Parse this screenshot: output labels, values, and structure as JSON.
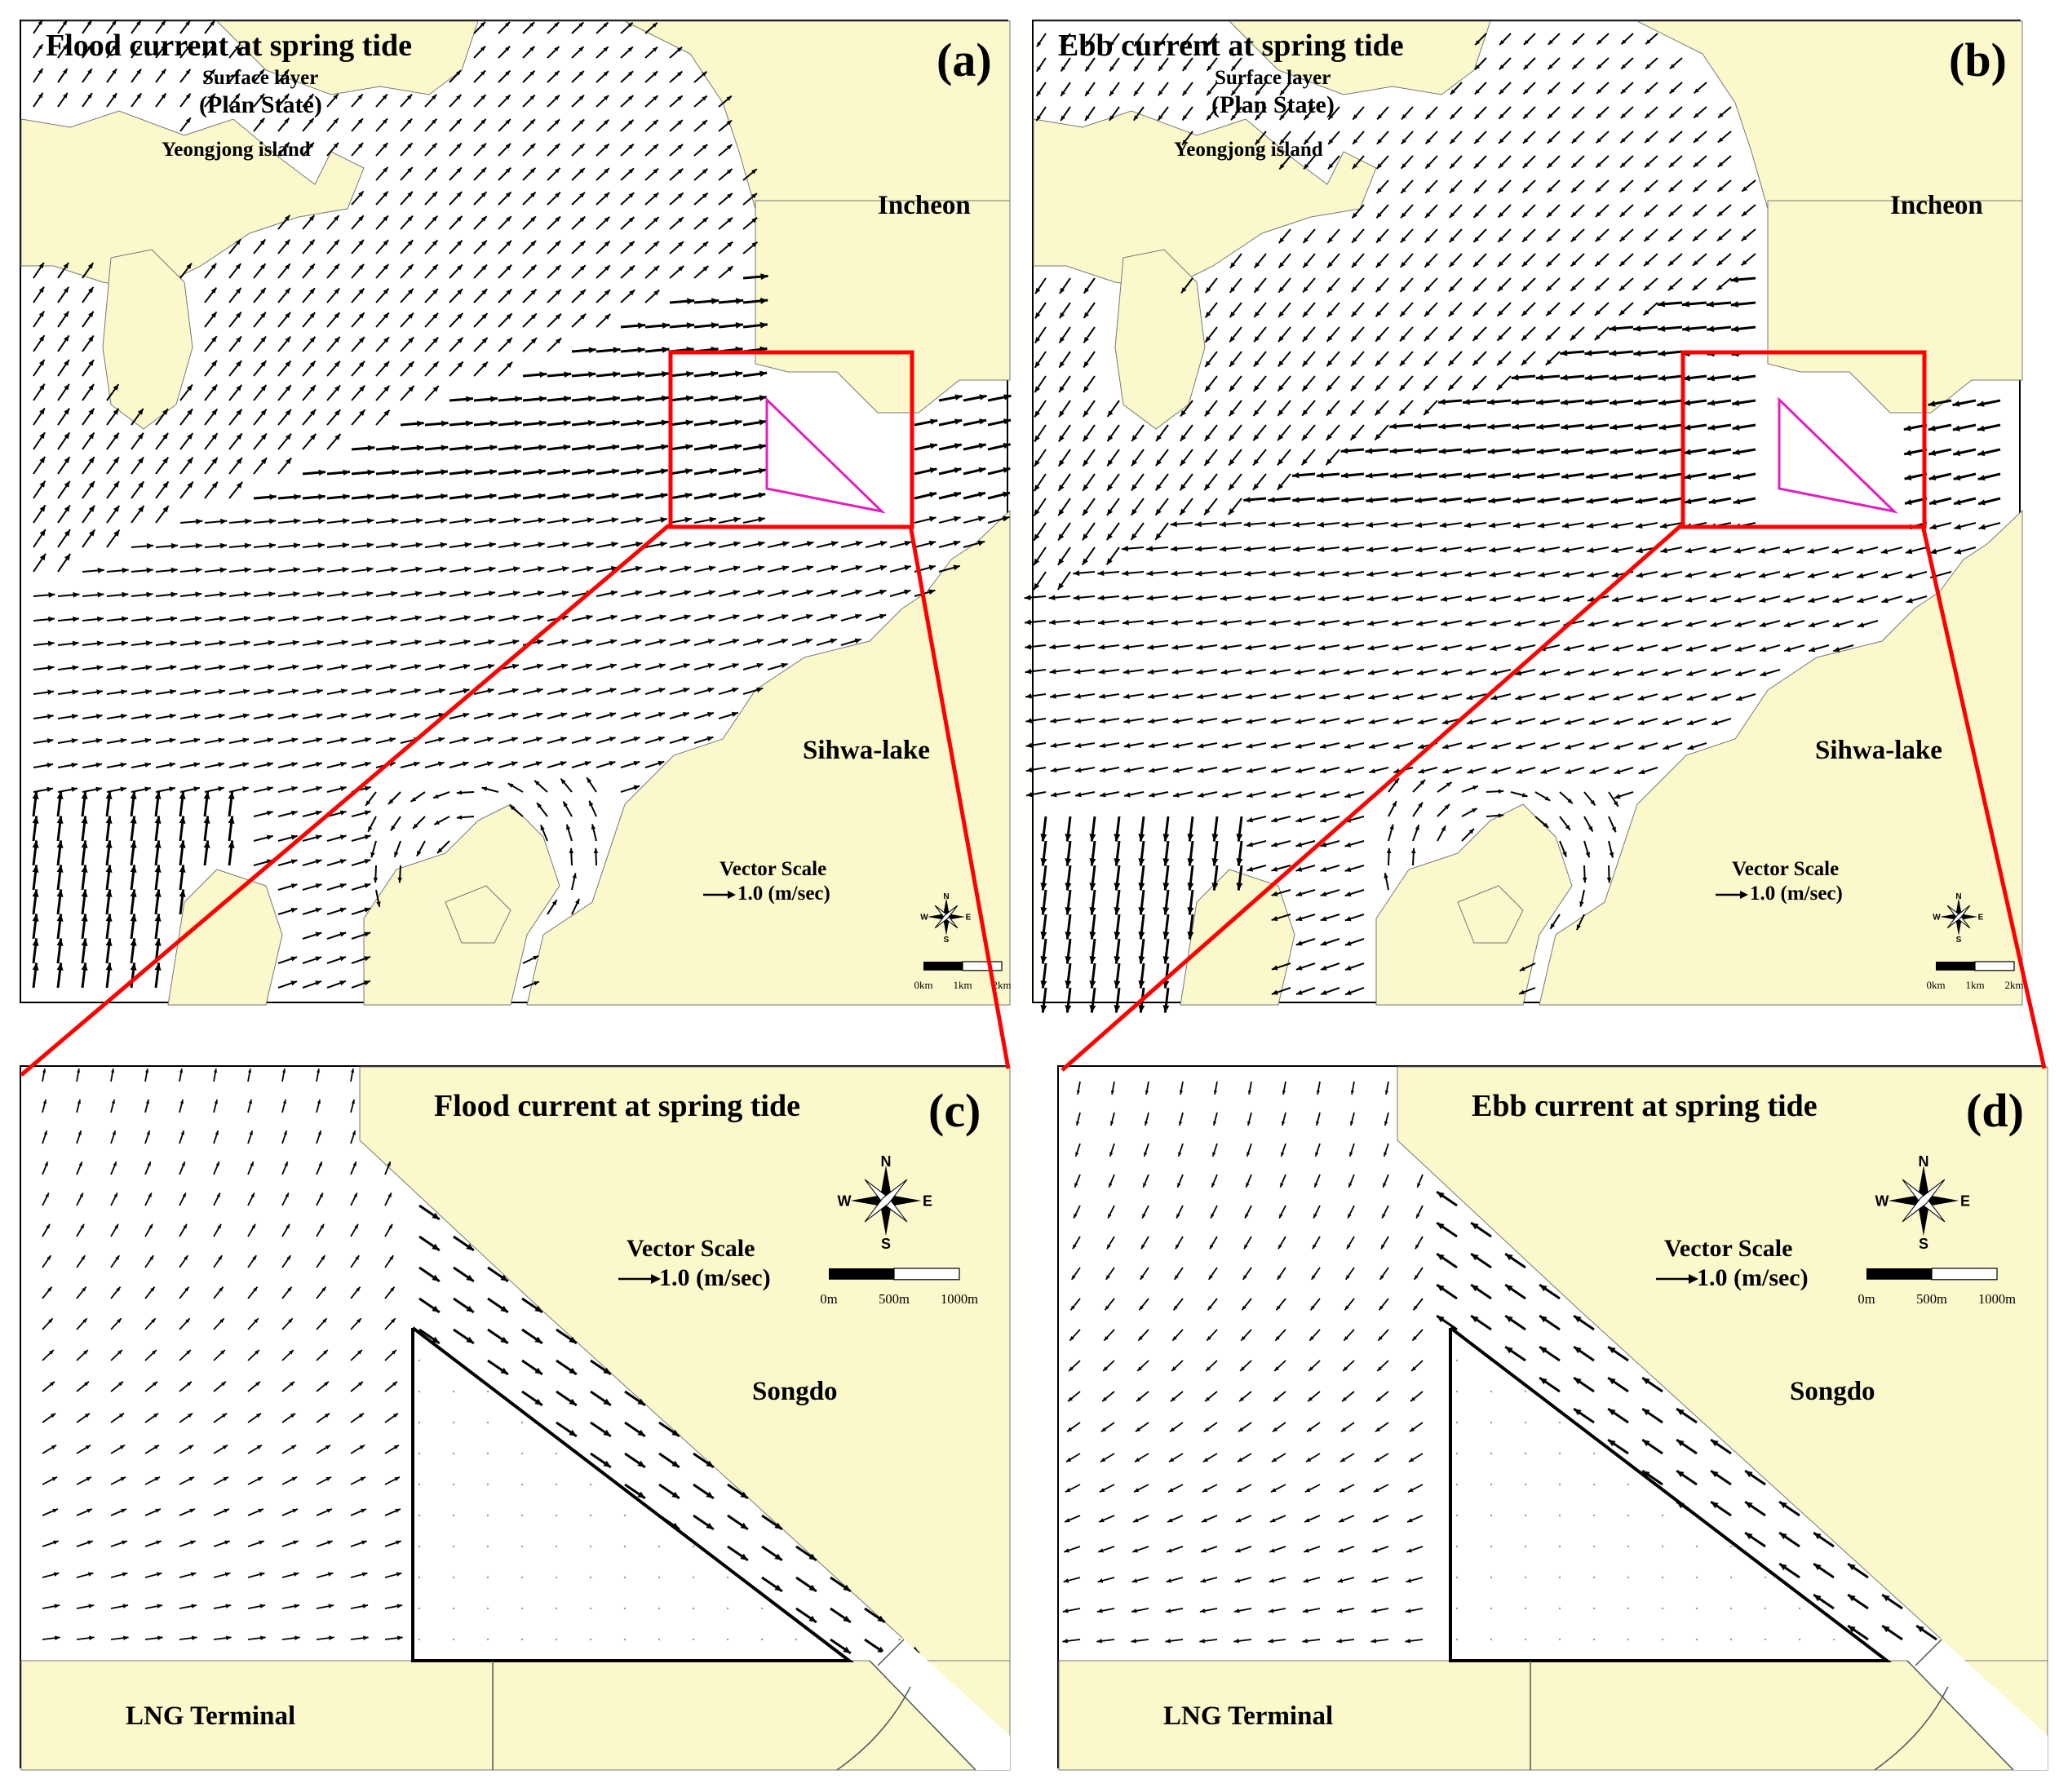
{
  "colors": {
    "land": "#fbf8cc",
    "water": "#ffffff",
    "vector": "#000000",
    "zoom_box": "#ff0000",
    "structure": "#e020c0"
  },
  "panel_a": {
    "letter": "(a)",
    "title": "Flood current at spring tide",
    "sub1": "Surface layer",
    "sub2": "(Plan State)",
    "place_yeongjong": "Yeongjong island",
    "place_incheon": "Incheon",
    "place_sihwa": "Sihwa-lake",
    "scale_title": "Vector Scale",
    "scale_value": "1.0 (m/sec)",
    "compass": {
      "n": "N",
      "s": "S",
      "e": "E",
      "w": "W"
    },
    "bar": {
      "t0": "0km",
      "t1": "1km",
      "t2": "2km"
    },
    "icon": "compass-rose-icon"
  },
  "panel_b": {
    "letter": "(b)",
    "title": "Ebb current at spring tide",
    "sub1": "Surface layer",
    "sub2": "(Plan State)",
    "place_yeongjong": "Yeongjong island",
    "place_incheon": "Incheon",
    "place_sihwa": "Sihwa-lake",
    "scale_title": "Vector Scale",
    "scale_value": "1.0 (m/sec)",
    "compass": {
      "n": "N",
      "s": "S",
      "e": "E",
      "w": "W"
    },
    "bar": {
      "t0": "0km",
      "t1": "1km",
      "t2": "2km"
    },
    "icon": "compass-rose-icon"
  },
  "panel_c": {
    "letter": "(c)",
    "title": "Flood current at spring tide",
    "place_songdo": "Songdo",
    "place_lng": "LNG Terminal",
    "scale_title": "Vector Scale",
    "scale_value": "1.0 (m/sec)",
    "compass": {
      "n": "N",
      "s": "S",
      "e": "E",
      "w": "W"
    },
    "bar": {
      "t0": "0m",
      "t1": "500m",
      "t2": "1000m"
    },
    "icon": "compass-rose-icon"
  },
  "panel_d": {
    "letter": "(d)",
    "title": "Ebb current at spring tide",
    "place_songdo": "Songdo",
    "place_lng": "LNG Terminal",
    "scale_title": "Vector Scale",
    "scale_value": "1.0 (m/sec)",
    "compass": {
      "n": "N",
      "s": "S",
      "e": "E",
      "w": "W"
    },
    "bar": {
      "t0": "0m",
      "t1": "500m",
      "t2": "1000m"
    },
    "icon": "compass-rose-icon"
  }
}
